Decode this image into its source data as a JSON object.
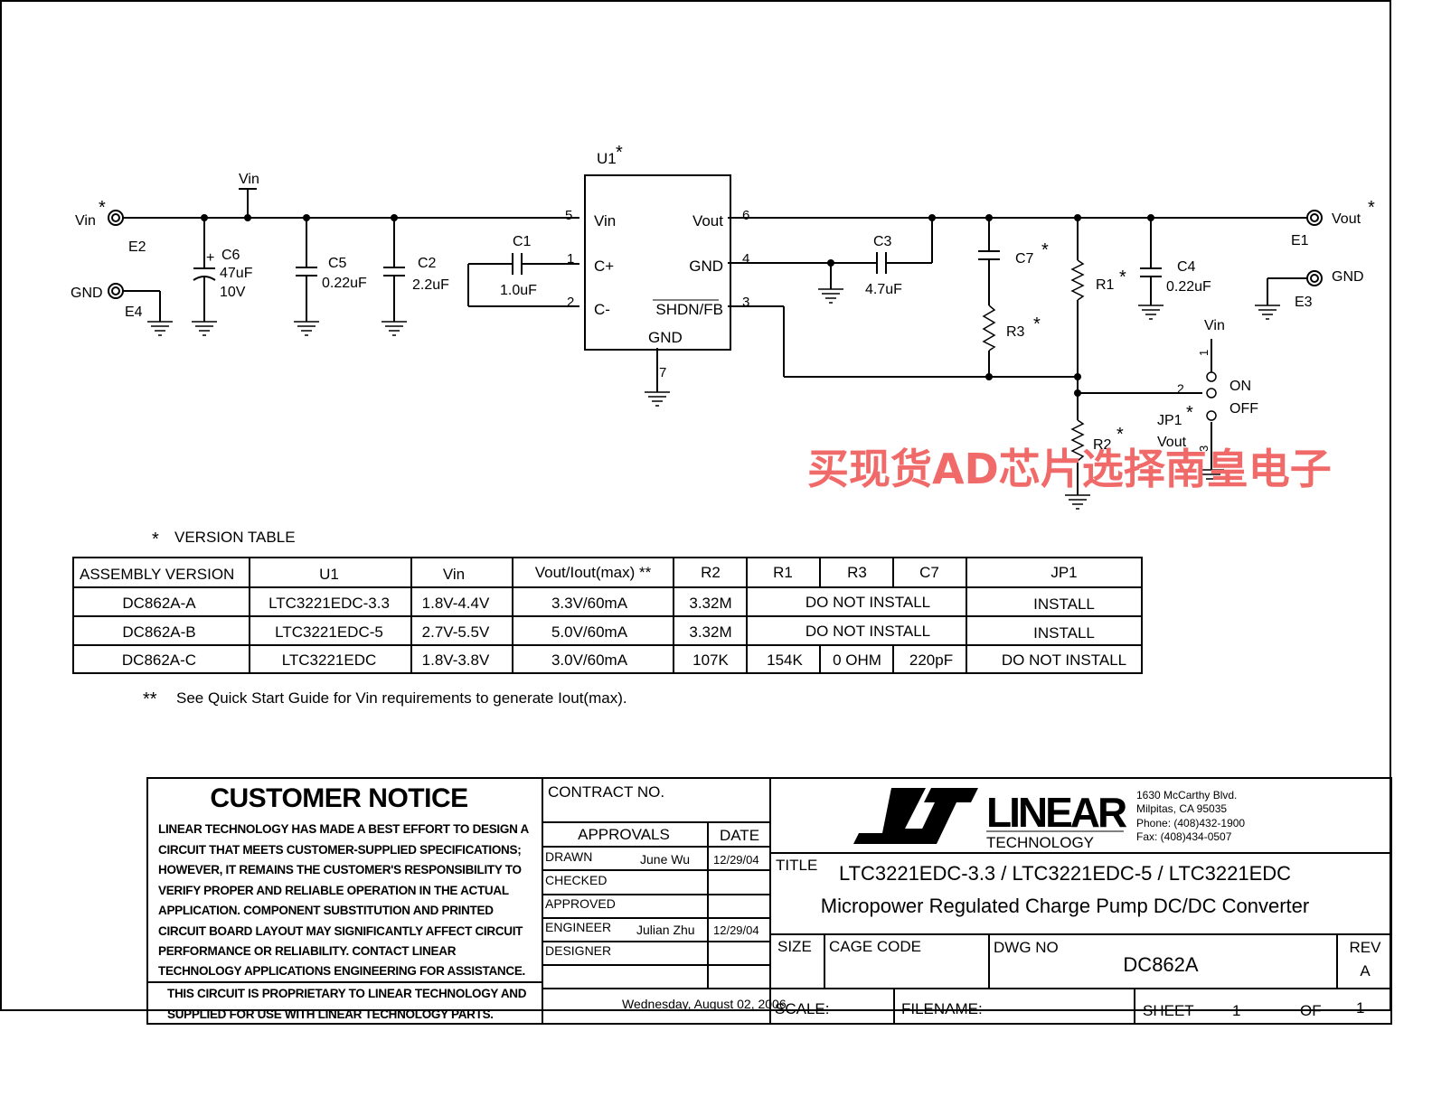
{
  "schematic": {
    "u1": {
      "ref": "U1",
      "star": "*",
      "pins": {
        "vin": "Vin",
        "cplus": "C+",
        "cminus": "C-",
        "vout": "Vout",
        "gnd": "GND",
        "shdn": "SHDN/FB",
        "gnd_bottom": "GND"
      },
      "pin_numbers": {
        "p5": "5",
        "p1": "1",
        "p2": "2",
        "p6": "6",
        "p4": "4",
        "p3": "3",
        "p7": "7"
      }
    },
    "nets": {
      "vin_left": "Vin",
      "vin_top": "Vin",
      "vin_jp": "Vin",
      "vout_jp": "Vout"
    },
    "terminals": {
      "e2": {
        "label": "Vin",
        "ref": "E2"
      },
      "e4": {
        "label": "GND",
        "ref": "E4"
      },
      "e1": {
        "label": "Vout",
        "ref": "E1"
      },
      "e3": {
        "label": "GND",
        "ref": "E3"
      }
    },
    "components": {
      "c6": {
        "ref": "C6",
        "value": "47uF",
        "rating": "10V",
        "polarity": "+"
      },
      "c5": {
        "ref": "C5",
        "value": "0.22uF"
      },
      "c2": {
        "ref": "C2",
        "value": "2.2uF"
      },
      "c1": {
        "ref": "C1",
        "value": "1.0uF"
      },
      "c3": {
        "ref": "C3",
        "value": "4.7uF"
      },
      "c7": {
        "ref": "C7"
      },
      "c4": {
        "ref": "C4",
        "value": "0.22uF"
      },
      "r1": {
        "ref": "R1"
      },
      "r2": {
        "ref": "R2"
      },
      "r3": {
        "ref": "R3"
      }
    },
    "jumper": {
      "ref": "JP1",
      "on": "ON",
      "off": "OFF",
      "pin1": "1",
      "pin2": "2",
      "pin3": "3"
    },
    "star": "*"
  },
  "watermark": "买现货AD芯片选择南皇电子",
  "version_table": {
    "title": "VERSION TABLE",
    "star": "*",
    "headers": [
      "ASSEMBLY VERSION",
      "U1",
      "Vin",
      "Vout/Iout(max) **",
      "R2",
      "R1",
      "R3",
      "C7",
      "JP1"
    ],
    "rows": [
      [
        "DC862A-A",
        "LTC3221EDC-3.3",
        "1.8V-4.4V",
        "3.3V/60mA",
        "3.32M",
        "DO NOT INSTALL",
        "",
        "",
        "INSTALL"
      ],
      [
        "DC862A-B",
        "LTC3221EDC-5",
        "2.7V-5.5V",
        "5.0V/60mA",
        "3.32M",
        "DO NOT INSTALL",
        "",
        "",
        "INSTALL"
      ],
      [
        "DC862A-C",
        "LTC3221EDC",
        "1.8V-3.8V",
        "3.0V/60mA",
        "107K",
        "154K",
        "0  OHM",
        "220pF",
        "DO NOT INSTALL"
      ]
    ],
    "footnote_marker": "**",
    "footnote": "See Quick Start Guide for Vin requirements to generate Iout(max)."
  },
  "title_block": {
    "notice": {
      "title": "CUSTOMER NOTICE",
      "lines": [
        "LINEAR TECHNOLOGY HAS MADE A BEST EFFORT TO DESIGN A",
        "CIRCUIT THAT MEETS CUSTOMER-SUPPLIED SPECIFICATIONS;",
        "HOWEVER, IT REMAINS THE CUSTOMER'S RESPONSIBILITY TO",
        "VERIFY PROPER AND RELIABLE OPERATION IN THE ACTUAL",
        "APPLICATION.  COMPONENT SUBSTITUTION AND PRINTED",
        "CIRCUIT BOARD LAYOUT MAY SIGNIFICANTLY AFFECT CIRCUIT",
        "PERFORMANCE OR RELIABILITY.  CONTACT LINEAR",
        "TECHNOLOGY APPLICATIONS ENGINEERING FOR ASSISTANCE."
      ],
      "proprietary": [
        "THIS CIRCUIT IS PROPRIETARY TO LINEAR TECHNOLOGY AND",
        "SUPPLIED FOR USE WITH LINEAR TECHNOLOGY PARTS."
      ]
    },
    "contract_no": "CONTRACT NO.",
    "approvals": "APPROVALS",
    "date_header": "DATE",
    "approval_rows": [
      {
        "role": "DRAWN",
        "name": "June Wu",
        "date": "12/29/04"
      },
      {
        "role": "CHECKED",
        "name": "",
        "date": ""
      },
      {
        "role": "APPROVED",
        "name": "",
        "date": ""
      },
      {
        "role": "ENGINEER",
        "name": "Julian Zhu",
        "date": "12/29/04"
      },
      {
        "role": "DESIGNER",
        "name": "",
        "date": ""
      }
    ],
    "print_date": "Wednesday, August 02, 2006",
    "company": {
      "logo": "LINEAR",
      "logo_sub": "TECHNOLOGY",
      "address1": "1630 McCarthy Blvd.",
      "address2": "Milpitas, CA 95035",
      "phone": "Phone: (408)432-1900",
      "fax": "Fax: (408)434-0507"
    },
    "title_label": "TITLE",
    "title_line1": "LTC3221EDC-3.3 / LTC3221EDC-5 / LTC3221EDC",
    "title_line2": "Micropower Regulated Charge Pump DC/DC Converter",
    "size_label": "SIZE",
    "cage_label": "CAGE CODE",
    "dwg_label": "DWG NO",
    "dwg_no": "DC862A",
    "rev_label": "REV",
    "rev": "A",
    "scale_label": "SCALE:",
    "filename_label": "FILENAME:",
    "sheet_label": "SHEET",
    "sheet_no": "1",
    "of_label": "OF",
    "sheet_total": "1"
  }
}
